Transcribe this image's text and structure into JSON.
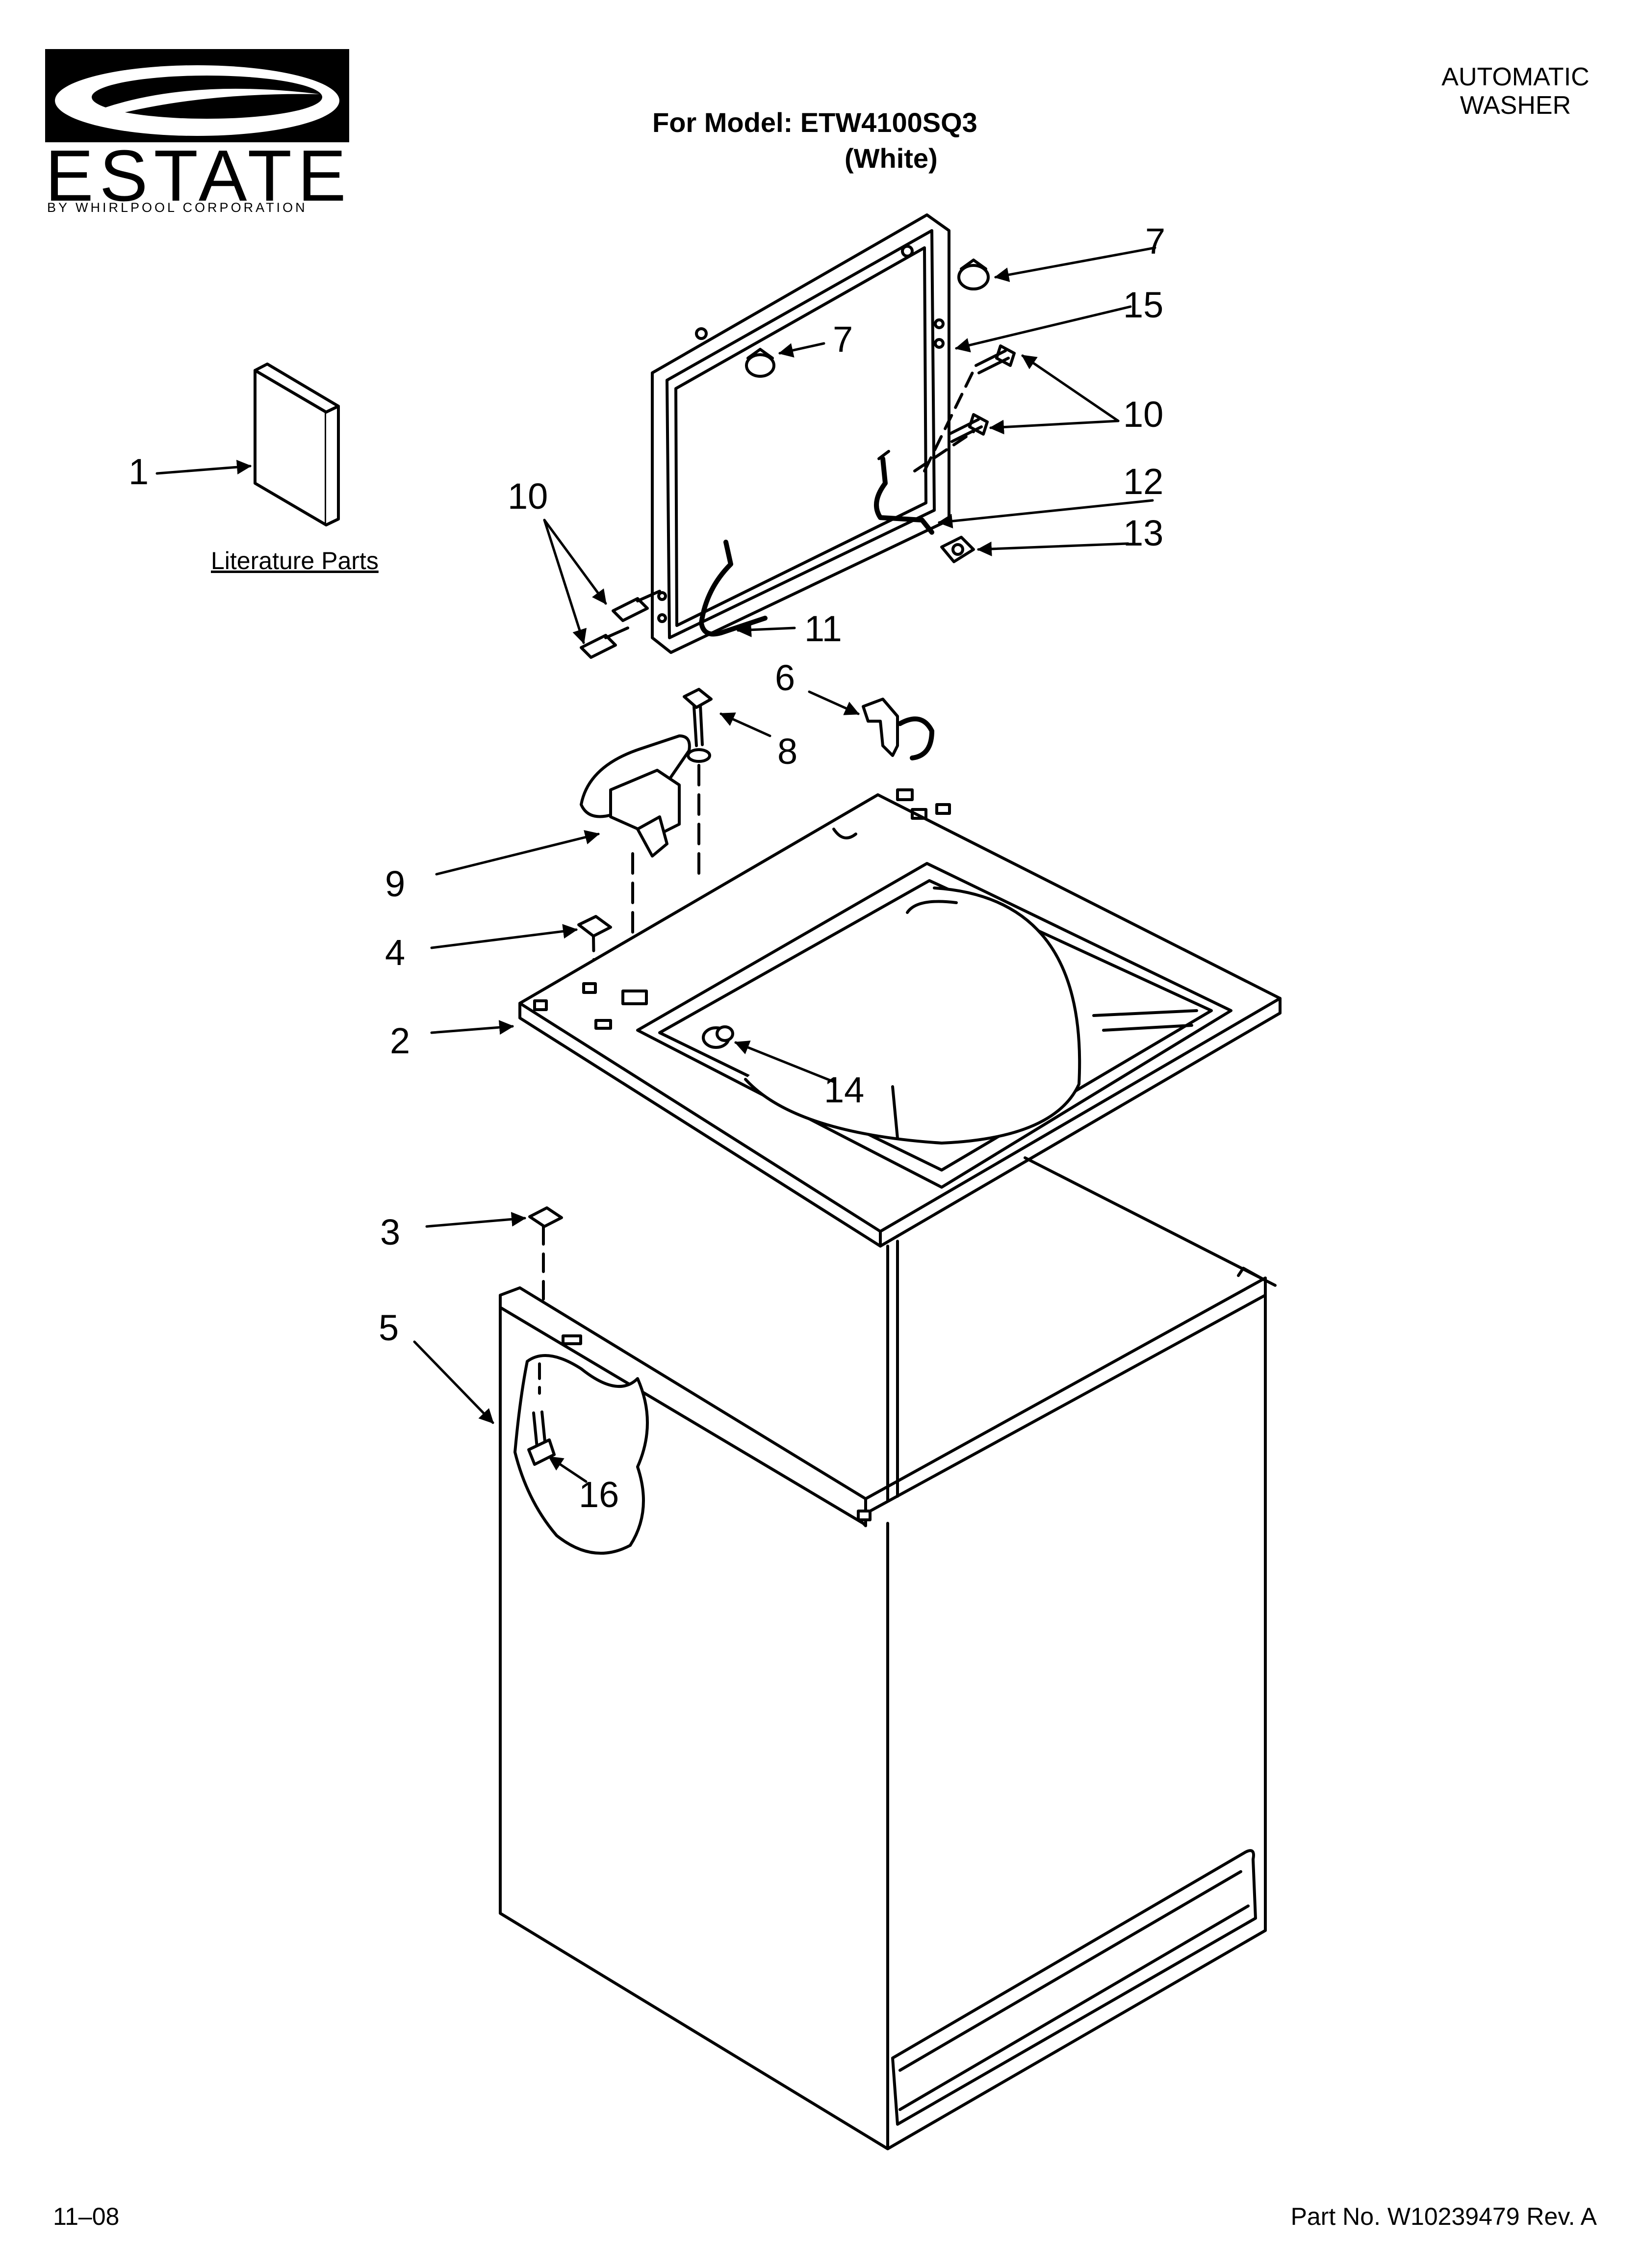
{
  "header": {
    "brand": "ESTATE",
    "brand_sub": "BY WHIRLPOOL CORPORATION",
    "model_line": "For Model: ETW4100SQ3",
    "model_variant": "(White)",
    "product_type_line1": "AUTOMATIC",
    "product_type_line2": "WASHER"
  },
  "labels": {
    "literature": "Literature Parts"
  },
  "callouts": {
    "c1": "1",
    "c2": "2",
    "c3": "3",
    "c4": "4",
    "c5": "5",
    "c6": "6",
    "c7a": "7",
    "c7b": "7",
    "c8": "8",
    "c9": "9",
    "c10a": "10",
    "c10b": "10",
    "c11": "11",
    "c12": "12",
    "c13": "13",
    "c14": "14",
    "c15": "15",
    "c16": "16"
  },
  "footer": {
    "date": "11–08",
    "part_number": "Part No. W10239479 Rev. A"
  }
}
